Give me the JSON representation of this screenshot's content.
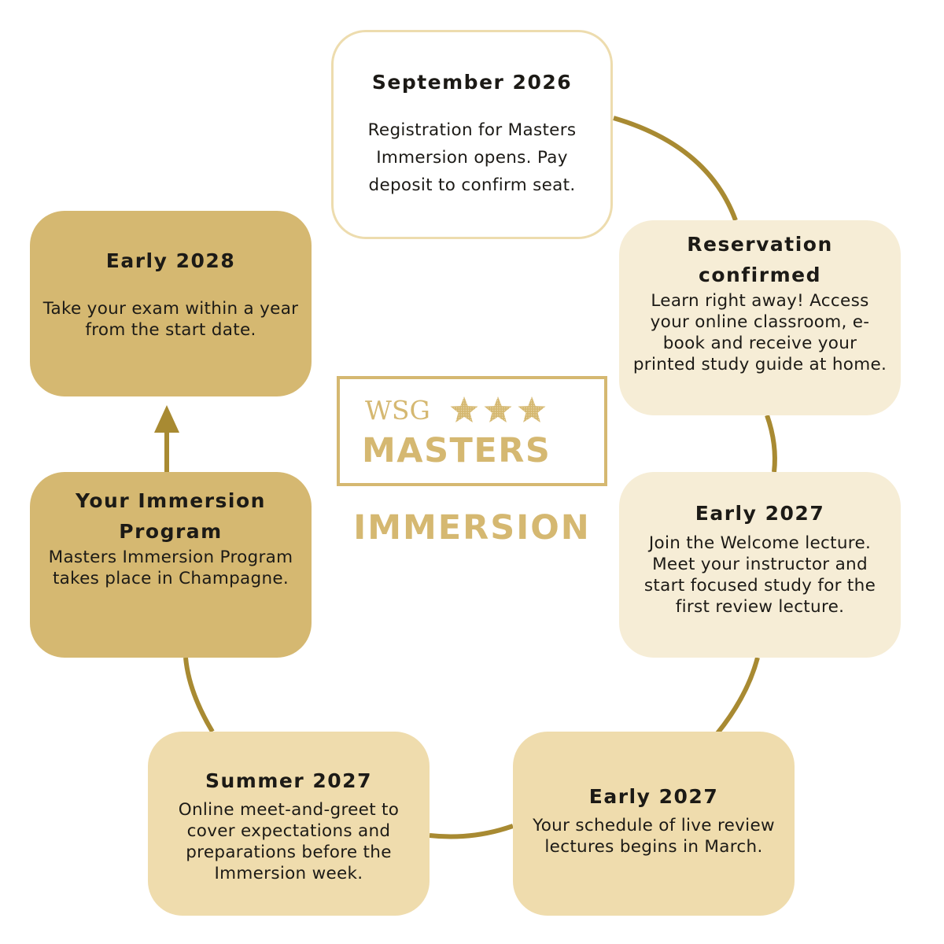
{
  "colors": {
    "connector": "#a88a32",
    "brand_gold": "#d5b871",
    "card_light": "#f6edd6",
    "card_medium": "#efdcad",
    "card_dark": "#d5b871",
    "card_border": "#eddcae",
    "text": "#1c1a16"
  },
  "logo": {
    "wsg": "WSG",
    "stars": [
      "star-icon",
      "star-icon",
      "star-icon"
    ],
    "masters": "MASTERS",
    "immersion": "IMMERSION"
  },
  "steps": [
    {
      "title": "September 2026",
      "body": "Registration for Masters Immersion opens. Pay deposit to confirm seat."
    },
    {
      "title": "Reservation confirmed",
      "body": "Learn right away! Access your online classroom, e-book and receive your printed study guide at home."
    },
    {
      "title": "Early 2027",
      "body": "Join the Welcome lecture. Meet your instructor and start focused study for the first review lecture."
    },
    {
      "title": "Early 2027",
      "body": "Your schedule of live review lectures begins in March."
    },
    {
      "title": "Summer 2027",
      "body": "Online meet-and-greet to cover expectations and preparations before the Immersion week."
    },
    {
      "title": "Your Immersion Program",
      "body": "Masters Immersion Program takes place in Champagne."
    },
    {
      "title": "Early 2028",
      "body": "Take your exam within a year from the start date."
    }
  ]
}
